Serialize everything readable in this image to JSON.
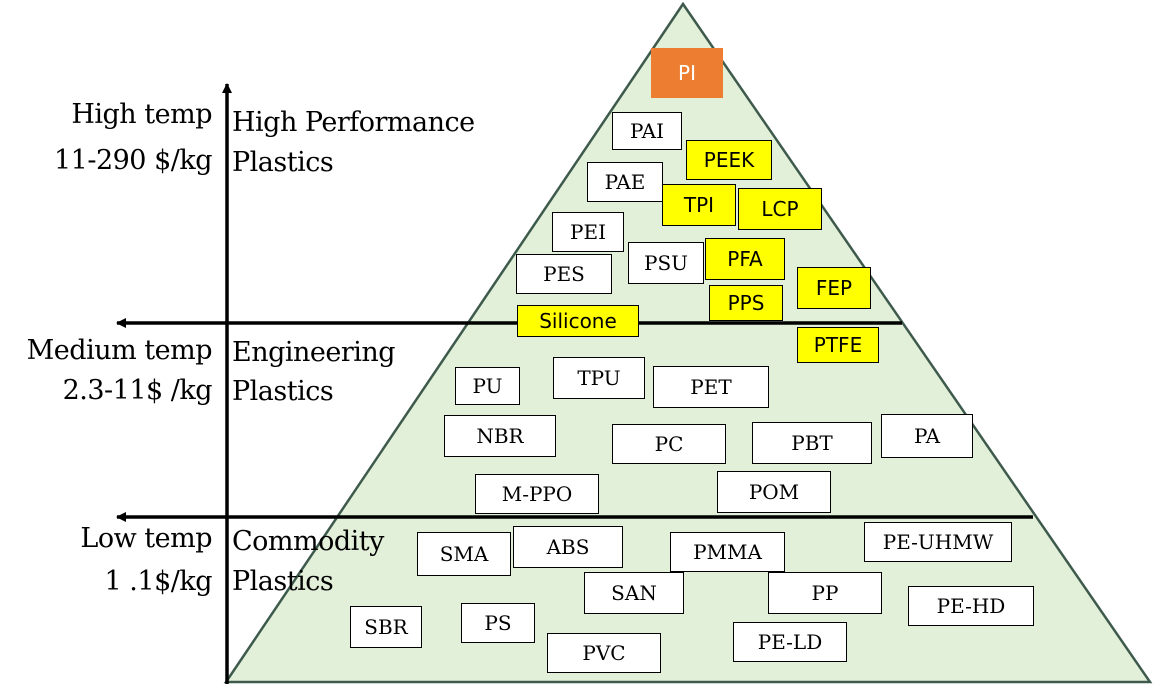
{
  "colors": {
    "pyramid_fill": "#e2efd9",
    "pyramid_stroke": "#3e5a4c",
    "line": "#000000",
    "box_fill": "#ffffff",
    "highlight": "#ffff00",
    "top": "#ed7d31"
  },
  "tiers": {
    "high": {
      "temp": "High temp",
      "price": "11-290 $/kg",
      "name_line1": "High Performance",
      "name_line2": "Plastics"
    },
    "medium": {
      "temp": "Medium temp",
      "price": "2.3-11$ /kg",
      "name_line1": "Engineering",
      "name_line2": "Plastics"
    },
    "low": {
      "temp": "Low temp",
      "price": "1 .1$/kg",
      "name_line1": "Commodity",
      "name_line2": "Plastics"
    }
  },
  "materials": [
    {
      "id": "pi",
      "label": "PI",
      "style": "orange"
    },
    {
      "id": "pai",
      "label": "PAI",
      "style": "white"
    },
    {
      "id": "peek",
      "label": "PEEK",
      "style": "yellow"
    },
    {
      "id": "pae",
      "label": "PAE",
      "style": "white"
    },
    {
      "id": "tpi",
      "label": "TPI",
      "style": "yellow"
    },
    {
      "id": "lcp",
      "label": "LCP",
      "style": "yellow"
    },
    {
      "id": "pei",
      "label": "PEI",
      "style": "white"
    },
    {
      "id": "psu",
      "label": "PSU",
      "style": "white"
    },
    {
      "id": "pfa",
      "label": "PFA",
      "style": "yellow"
    },
    {
      "id": "pes",
      "label": "PES",
      "style": "white"
    },
    {
      "id": "fep",
      "label": "FEP",
      "style": "yellow"
    },
    {
      "id": "pps",
      "label": "PPS",
      "style": "yellow"
    },
    {
      "id": "silicone",
      "label": "Silicone",
      "style": "yellow"
    },
    {
      "id": "ptfe",
      "label": "PTFE",
      "style": "yellow"
    },
    {
      "id": "pu",
      "label": "PU",
      "style": "white"
    },
    {
      "id": "tpu",
      "label": "TPU",
      "style": "white"
    },
    {
      "id": "pet",
      "label": "PET",
      "style": "white"
    },
    {
      "id": "nbr",
      "label": "NBR",
      "style": "white"
    },
    {
      "id": "pc",
      "label": "PC",
      "style": "white"
    },
    {
      "id": "pbt",
      "label": "PBT",
      "style": "white"
    },
    {
      "id": "pa",
      "label": "PA",
      "style": "white"
    },
    {
      "id": "m-ppo",
      "label": "M-PPO",
      "style": "white"
    },
    {
      "id": "pom",
      "label": "POM",
      "style": "white"
    },
    {
      "id": "sma",
      "label": "SMA",
      "style": "white"
    },
    {
      "id": "abs",
      "label": "ABS",
      "style": "white"
    },
    {
      "id": "pmma",
      "label": "PMMA",
      "style": "white"
    },
    {
      "id": "pe-uhmw",
      "label": "PE-UHMW",
      "style": "white"
    },
    {
      "id": "san",
      "label": "SAN",
      "style": "white"
    },
    {
      "id": "pp",
      "label": "PP",
      "style": "white"
    },
    {
      "id": "pe-hd",
      "label": "PE-HD",
      "style": "white"
    },
    {
      "id": "sbr",
      "label": "SBR",
      "style": "white"
    },
    {
      "id": "ps",
      "label": "PS",
      "style": "white"
    },
    {
      "id": "pvc",
      "label": "PVC",
      "style": "white"
    },
    {
      "id": "pe-ld",
      "label": "PE-LD",
      "style": "white"
    }
  ]
}
